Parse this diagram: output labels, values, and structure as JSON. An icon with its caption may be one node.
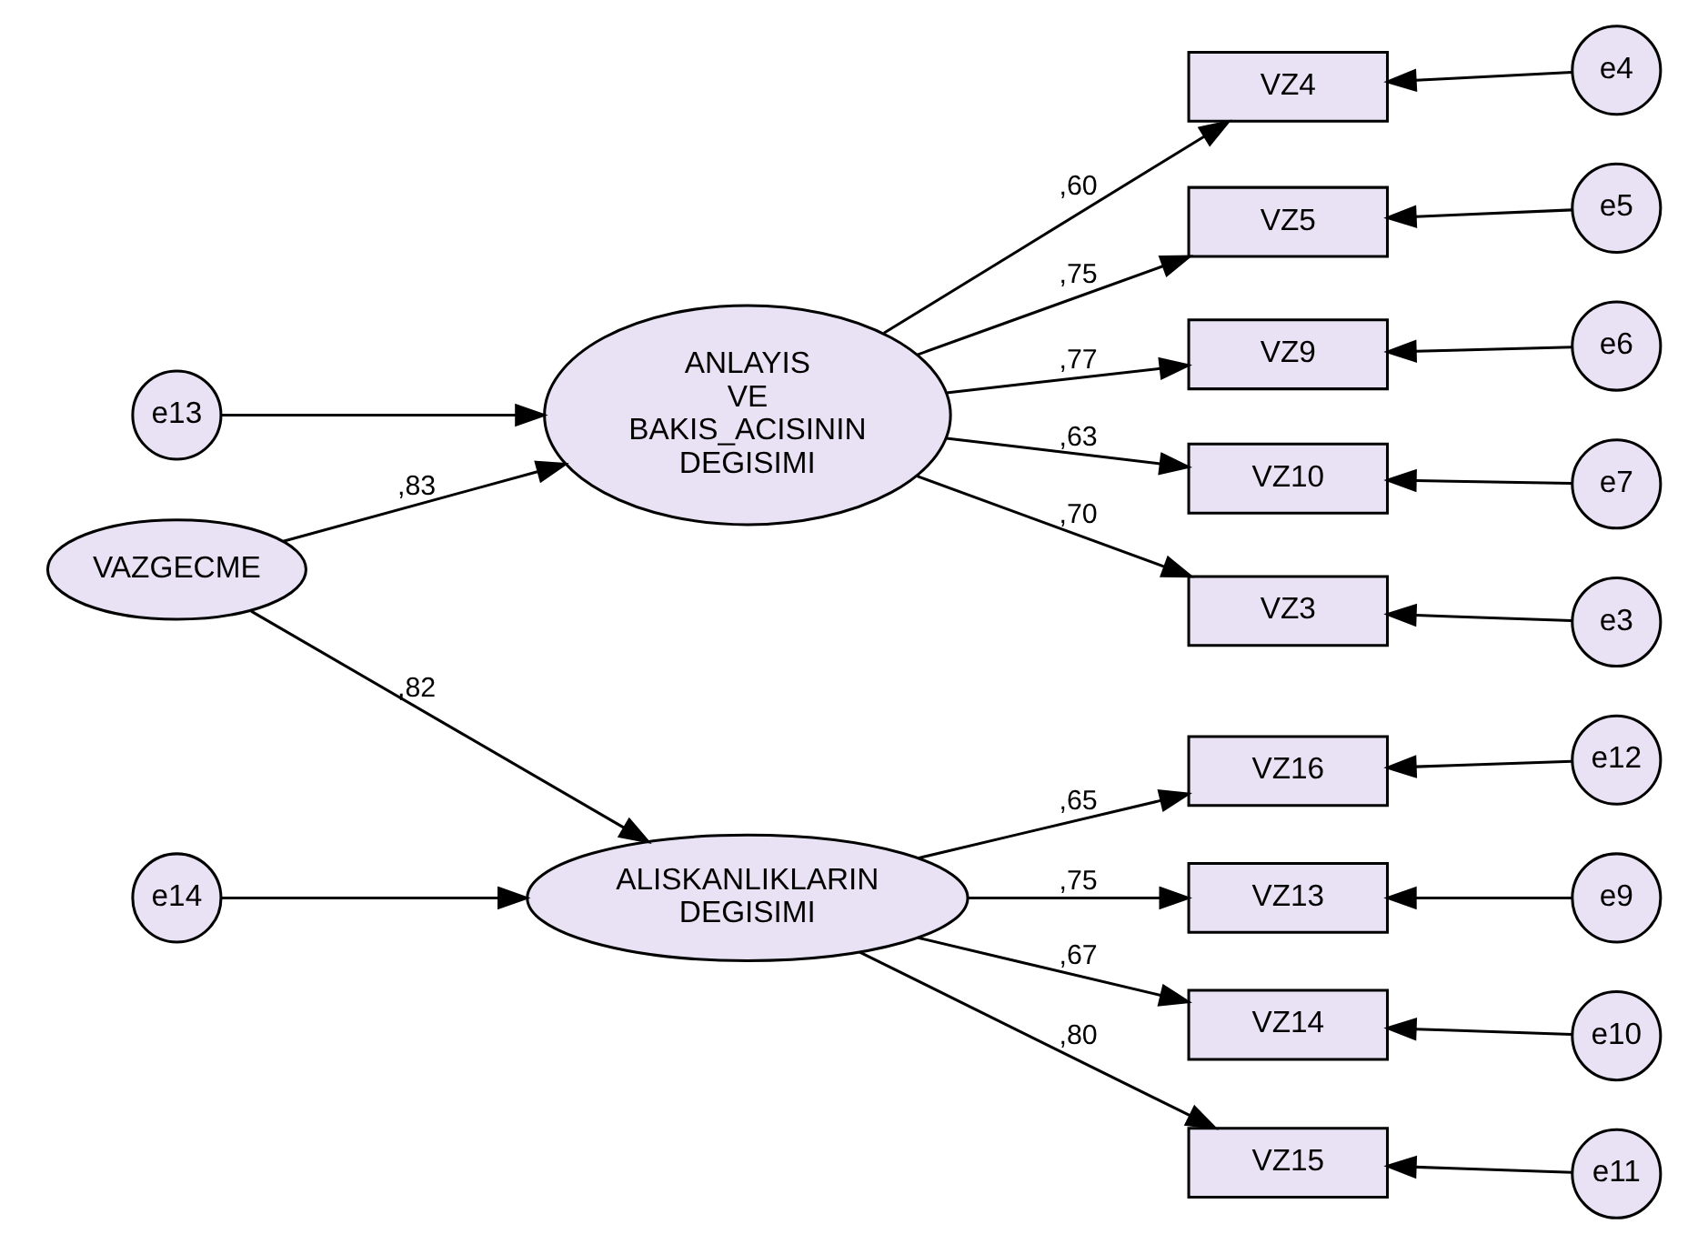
{
  "diagram": {
    "nodes": [
      {
        "text": [
          "VAZGECME"
        ]
      },
      {
        "text": [
          "e13"
        ]
      },
      {
        "text": [
          "ANLAYIS VE BAKIS_ACISININ DEGISIMI"
        ]
      },
      {
        "text": [
          "e14"
        ]
      },
      {
        "text": [
          "ALISKANLIKLARIN DEGISIMI"
        ]
      },
      {
        "text": [
          "VZ3"
        ]
      },
      {
        "text": [
          "VZ4"
        ]
      },
      {
        "text": [
          "VZ5"
        ]
      },
      {
        "text": [
          "VZ9"
        ]
      },
      {
        "text": [
          "VZ10"
        ]
      },
      {
        "text": [
          "VZ13"
        ]
      },
      {
        "text": [
          "VZ14"
        ]
      },
      {
        "text": [
          "VZ15"
        ]
      },
      {
        "text": [
          "VZ16"
        ]
      },
      {
        "text": [
          "e3"
        ]
      },
      {
        "text": [
          "e4"
        ]
      },
      {
        "text": [
          "e5"
        ]
      },
      {
        "text": [
          "e6"
        ]
      },
      {
        "text": [
          "e7"
        ]
      },
      {
        "text": [
          "e9"
        ]
      },
      {
        "text": [
          "e10"
        ]
      },
      {
        "text": [
          "e11"
        ]
      },
      {
        "text": [
          "e12"
        ]
      }
    ],
    "edges": [
      {
        "from": 0,
        "to": 2,
        "arrow": "to",
        "label": ",83"
      },
      {
        "from": 0,
        "to": 4,
        "arrow": "to",
        "label": ",82"
      },
      {
        "from": 1,
        "to": 2,
        "arrow": "to"
      },
      {
        "from": 3,
        "to": 4,
        "arrow": "to"
      },
      {
        "from": 2,
        "to": 5,
        "arrow": "to",
        "label": ",70"
      },
      {
        "from": 2,
        "to": 6,
        "arrow": "to",
        "label": ",60"
      },
      {
        "from": 2,
        "to": 7,
        "arrow": "to",
        "label": ",75"
      },
      {
        "from": 2,
        "to": 8,
        "arrow": "to",
        "label": ",77"
      },
      {
        "from": 2,
        "to": 9,
        "arrow": "to",
        "label": ",63"
      },
      {
        "from": 4,
        "to": 10,
        "arrow": "to",
        "label": ",75"
      },
      {
        "from": 4,
        "to": 11,
        "arrow": "to",
        "label": ",67"
      },
      {
        "from": 4,
        "to": 12,
        "arrow": "to",
        "label": ",80"
      },
      {
        "from": 4,
        "to": 13,
        "arrow": "to",
        "label": ",65"
      },
      {
        "from": 14,
        "to": 5,
        "arrow": "to"
      },
      {
        "from": 15,
        "to": 6,
        "arrow": "to"
      },
      {
        "from": 16,
        "to": 7,
        "arrow": "to"
      },
      {
        "from": 17,
        "to": 8,
        "arrow": "to"
      },
      {
        "from": 18,
        "to": 9,
        "arrow": "to"
      },
      {
        "from": 19,
        "to": 10,
        "arrow": "to"
      },
      {
        "from": 20,
        "to": 11,
        "arrow": "to"
      },
      {
        "from": 21,
        "to": 12,
        "arrow": "to"
      },
      {
        "from": 22,
        "to": 13,
        "arrow": "to"
      }
    ]
  }
}
